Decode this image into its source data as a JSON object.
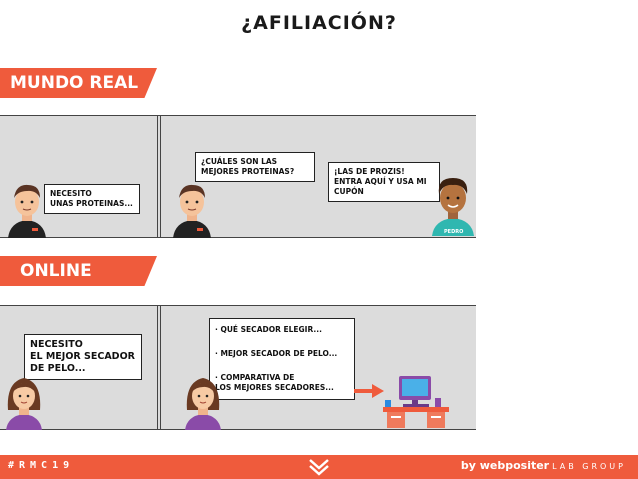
{
  "title": "¿AFILIACIÓN?",
  "sections": {
    "real": "MUNDO REAL",
    "online": "ONLINE"
  },
  "real_panels": {
    "bubble1": "NECESITO\nUNAS PROTEINAS...",
    "bubble2": "¿CUÁLES SON LAS\nMEJORES PROTEINAS?",
    "bubble3": "¡LAS DE PROZIS!\nENTRA AQUÍ Y USA MI\nCUPÓN",
    "shirt_label": "PEDRO"
  },
  "online_panels": {
    "bubble1": "NECESITO\nEL MEJOR SECADOR\nDE PELO...",
    "search_results": [
      "· QUÉ SECADOR ELEGIR...",
      "· MEJOR SECADOR DE PELO...",
      "· COMPARATIVA DE\nLOS MEJORES SECADORES..."
    ]
  },
  "footer": {
    "hashtag": "#RMC19",
    "brand": "by webpositer",
    "brand_suffix": "LAB GROUP"
  },
  "colors": {
    "accent": "#ef5b3c",
    "panel_bg": "#dcdcdc"
  }
}
